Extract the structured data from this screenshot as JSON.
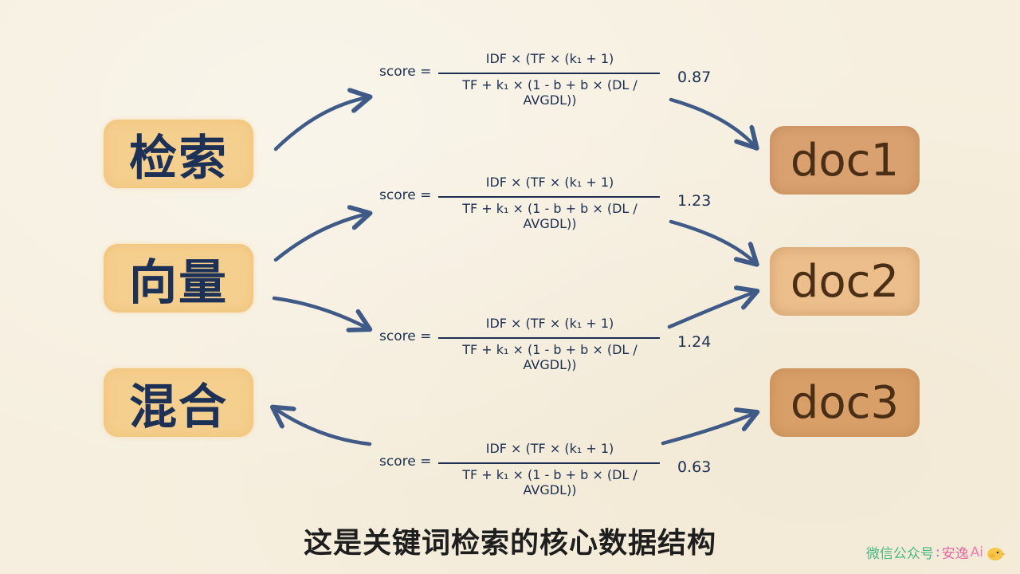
{
  "sources": [
    {
      "id": "jiansuo",
      "label": "检索"
    },
    {
      "id": "xiangliang",
      "label": "向量"
    },
    {
      "id": "hunhe",
      "label": "混合"
    }
  ],
  "docs": [
    {
      "id": "doc1",
      "label": "doc1"
    },
    {
      "id": "doc2",
      "label": "doc2"
    },
    {
      "id": "doc3",
      "label": "doc3"
    }
  ],
  "formula": {
    "lhs": "score =",
    "numerator": "IDF × (TF × (k₁ + 1)",
    "denominator": "TF + k₁ × (1 - b + b × (DL / AVGDL))"
  },
  "scores": [
    "0.87",
    "1.23",
    "1.24",
    "0.63"
  ],
  "caption": "这是关键词检索的核心数据结构",
  "watermark": {
    "prefix": "微信公众号",
    "separator": ":",
    "brand": "安逸",
    "brand_ai": "Ai"
  },
  "colors": {
    "background": "#f6efdf",
    "source_tag": "#f5cf8e",
    "source_text": "#1c3155",
    "doc1_tag": "#d9a170",
    "doc2_tag": "#ebbe8b",
    "doc3_tag": "#d8a068",
    "doc_text": "#4a2e16",
    "arrow": "#3f5a86"
  }
}
